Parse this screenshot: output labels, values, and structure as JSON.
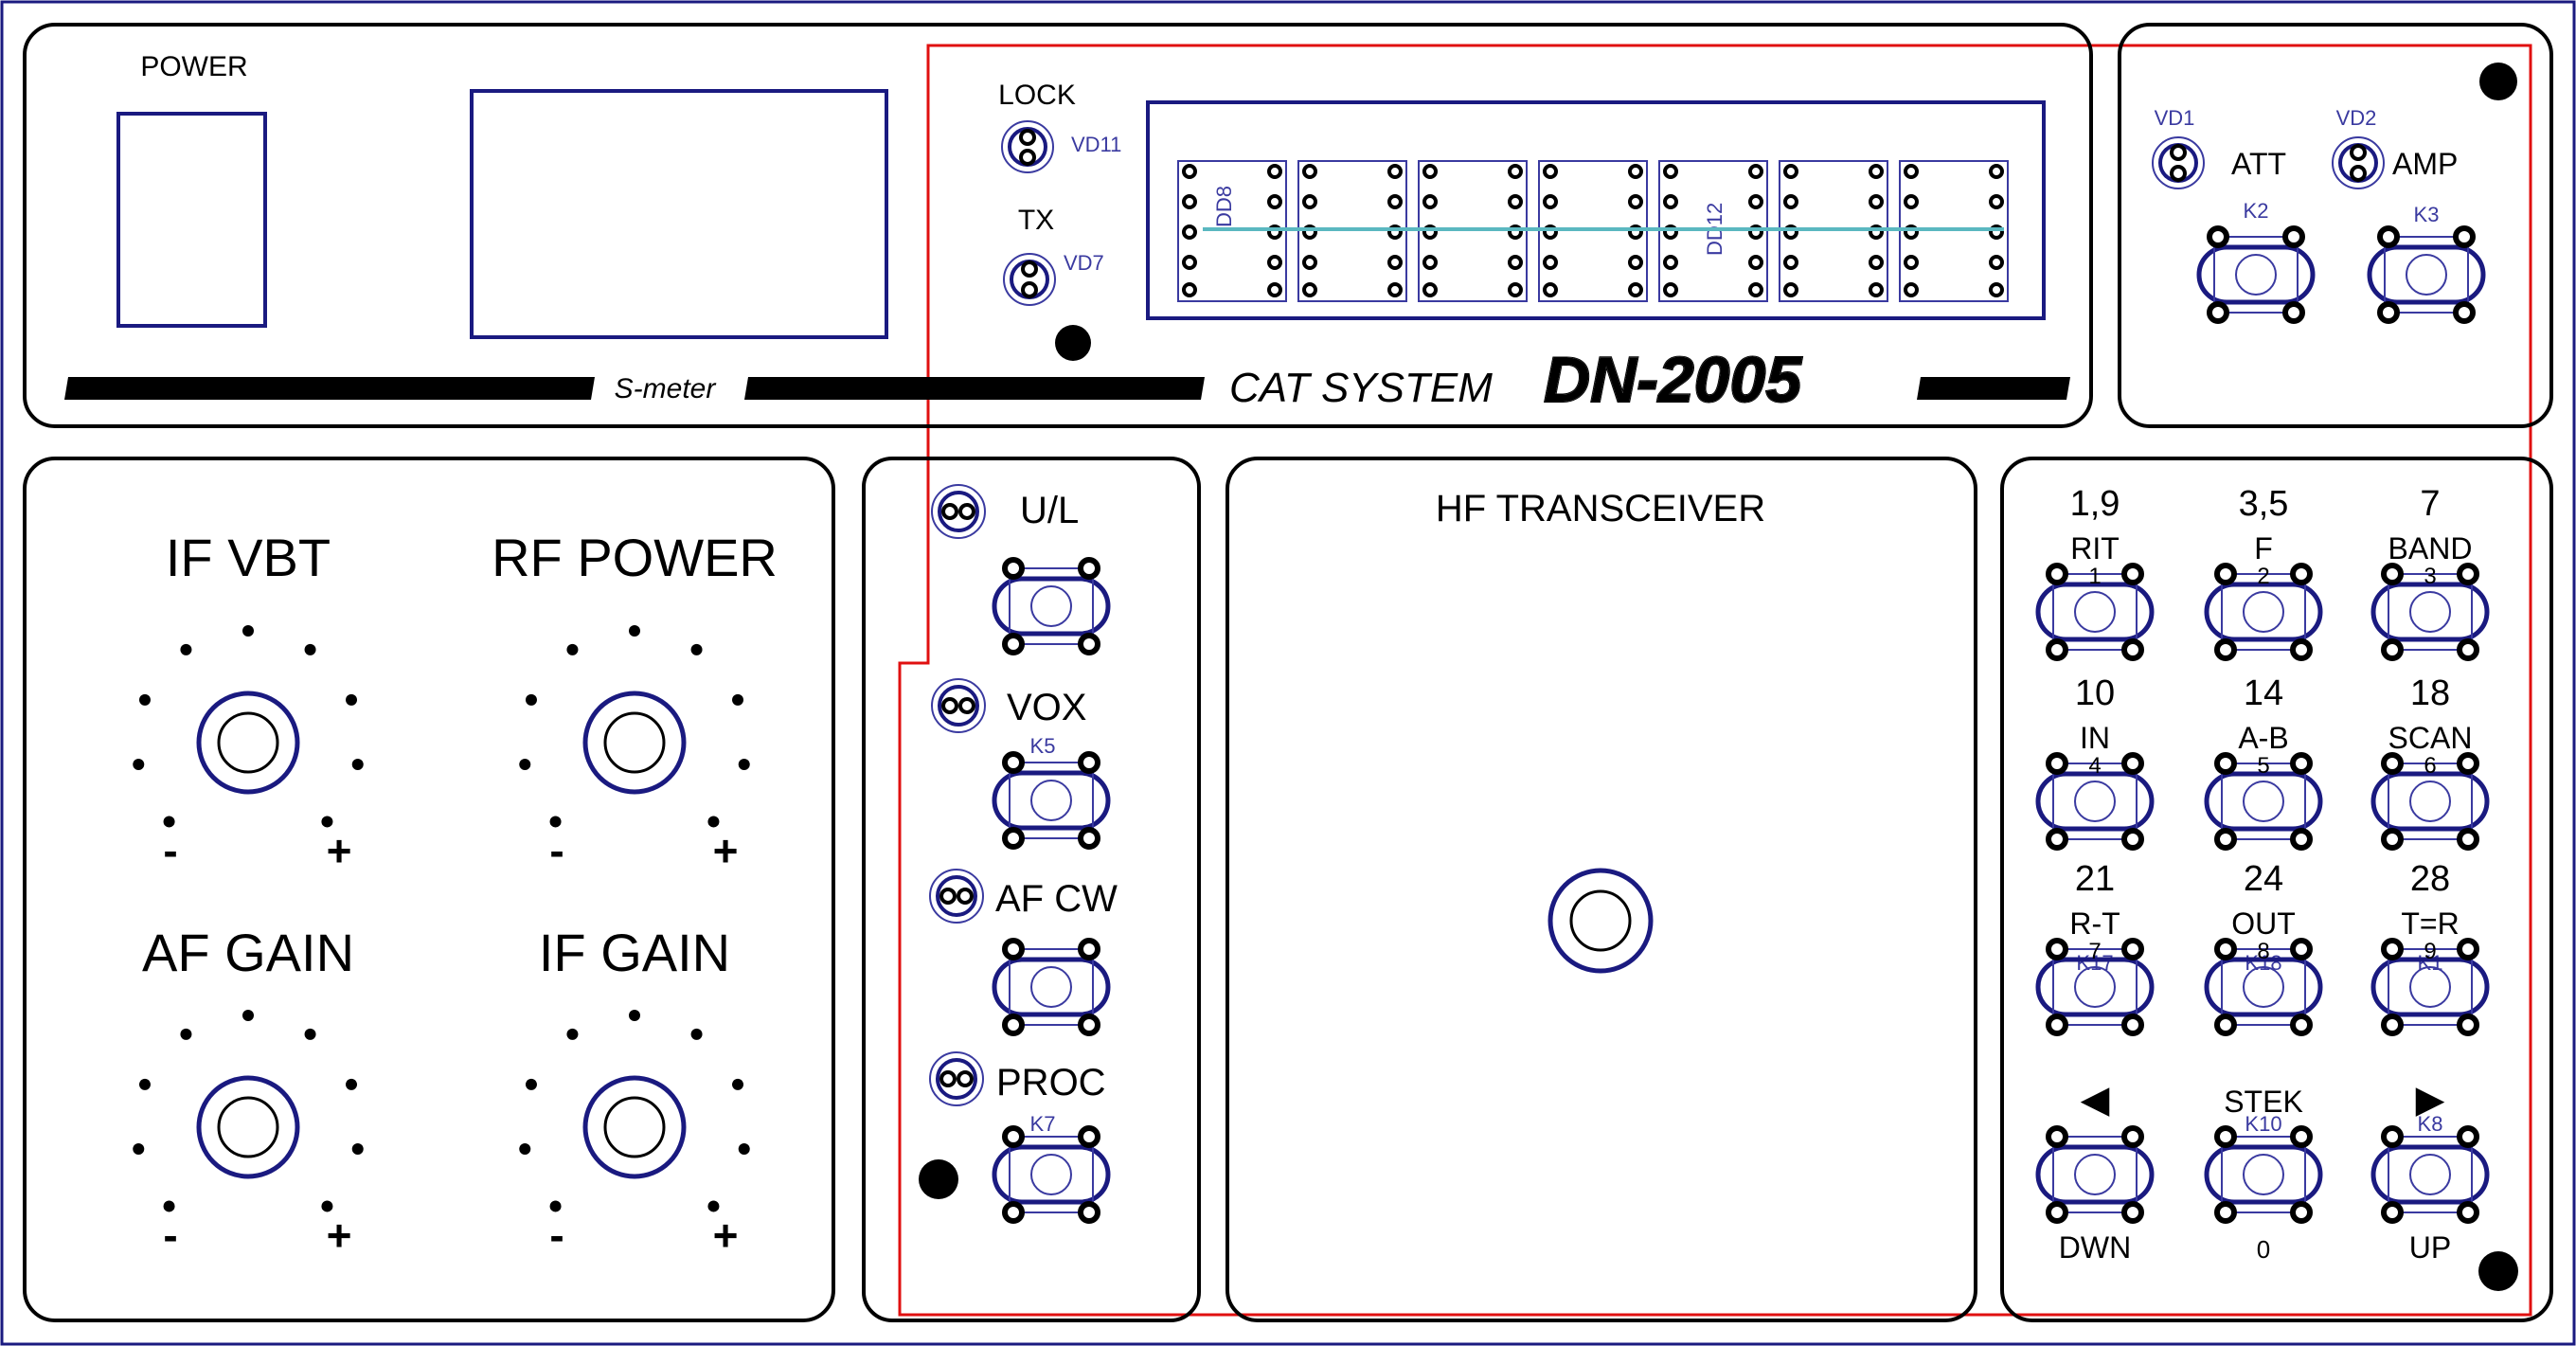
{
  "top_panel": {
    "power_label": "POWER",
    "smeter_label": "S-meter",
    "lock_label": "LOCK",
    "lock_led_ref": "VD11",
    "tx_label": "TX",
    "tx_led_ref": "VD7",
    "display_refs": [
      "DD8",
      "DD12"
    ],
    "cat_system_label": "CAT SYSTEM",
    "model_label": "DN-2005"
  },
  "att_panel": {
    "att_led_ref": "VD1",
    "att_label": "ATT",
    "amp_led_ref": "VD2",
    "amp_label": "AMP",
    "k2_ref": "K2",
    "k3_ref": "K3"
  },
  "knob_panel": {
    "knobs": [
      {
        "label": "IF VBT",
        "minus": "-",
        "plus": "+"
      },
      {
        "label": "RF POWER",
        "minus": "-",
        "plus": "+"
      },
      {
        "label": "AF GAIN",
        "minus": "-",
        "plus": "+"
      },
      {
        "label": "IF GAIN",
        "minus": "-",
        "plus": "+"
      }
    ]
  },
  "function_panel": {
    "ul_label": "U/L",
    "vox_label": "VOX",
    "vox_key_ref": "K5",
    "afcw_label": "AF CW",
    "proc_label": "PROC",
    "proc_key_ref": "K7"
  },
  "center_panel": {
    "title": "HF TRANSCEIVER"
  },
  "keypad": {
    "keys": [
      {
        "band": "1,9",
        "func": "RIT",
        "digit": "1",
        "ref": ""
      },
      {
        "band": "3,5",
        "func": "F",
        "digit": "2",
        "ref": ""
      },
      {
        "band": "7",
        "func": "BAND",
        "digit": "3",
        "ref": ""
      },
      {
        "band": "10",
        "func": "IN",
        "digit": "4",
        "ref": ""
      },
      {
        "band": "14",
        "func": "A-B",
        "digit": "5",
        "ref": ""
      },
      {
        "band": "18",
        "func": "SCAN",
        "digit": "6",
        "ref": ""
      },
      {
        "band": "21",
        "func": "R-T",
        "digit": "7",
        "ref": "K17"
      },
      {
        "band": "24",
        "func": "OUT",
        "digit": "8",
        "ref": "K18"
      },
      {
        "band": "28",
        "func": "T=R",
        "digit": "9",
        "ref": "K1"
      }
    ],
    "bottom_keys": [
      {
        "top": "◀",
        "bottom": "DWN",
        "ref": ""
      },
      {
        "top": "STEK",
        "bottom": "0",
        "ref": "K10"
      },
      {
        "top": "▶",
        "bottom": "UP",
        "ref": "K8"
      }
    ]
  },
  "colors": {
    "outline": "#000000",
    "navy": "#1a1a80",
    "red": "#e01010",
    "cyan": "#5ab8c0",
    "ref_text": "#3a3aa0"
  }
}
